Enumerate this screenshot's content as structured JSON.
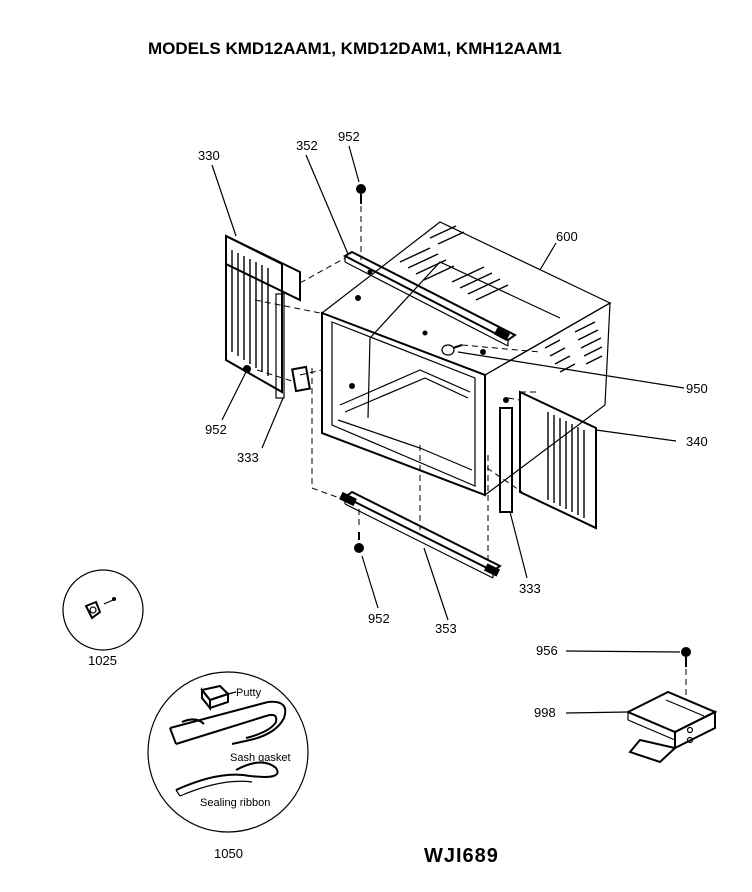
{
  "title": "MODELS KMD12AAM1, KMD12DAM1, KMH12AAM1",
  "drawing_code": "WJI689",
  "callouts": {
    "c330": "330",
    "c352": "352",
    "c952_top": "952",
    "c600": "600",
    "c950": "950",
    "c340": "340",
    "c952_left": "952",
    "c333_left": "333",
    "c333_right": "333",
    "c952_bottom": "952",
    "c353": "353",
    "c1025": "1025",
    "c1050": "1050",
    "c956": "956",
    "c998": "998"
  },
  "kit_labels": {
    "putty": "Putty",
    "sash_gasket": "Sash gasket",
    "sealing_ribbon": "Sealing ribbon"
  }
}
